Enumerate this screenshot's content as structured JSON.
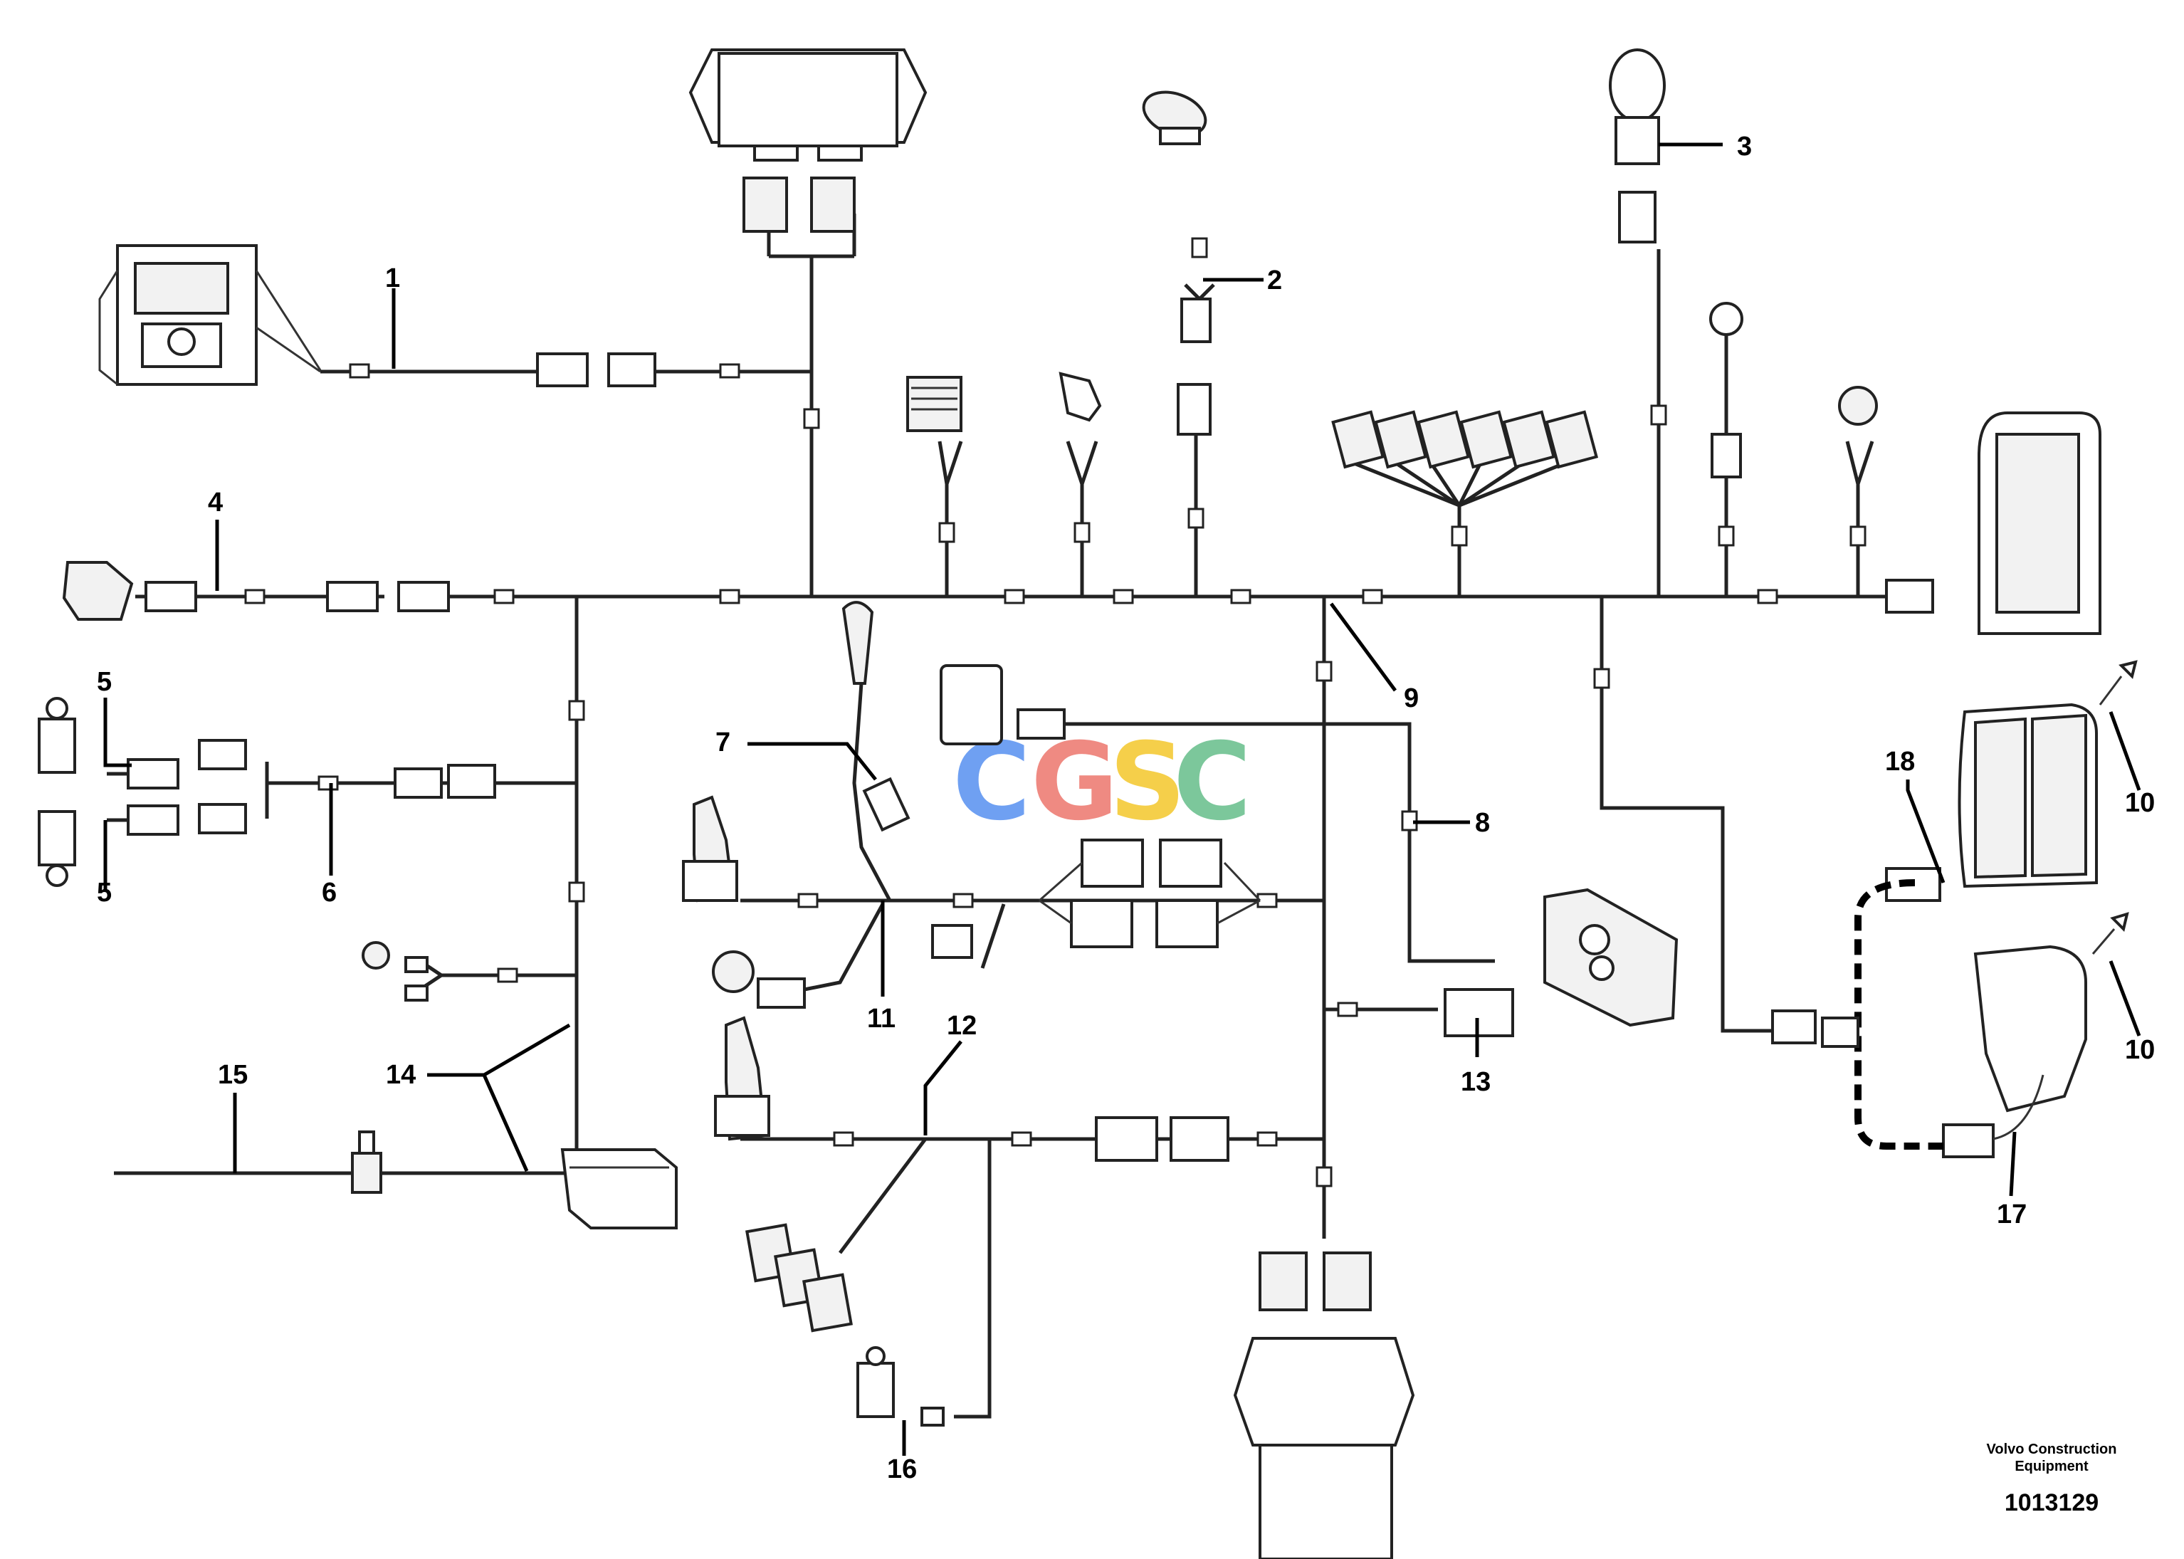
{
  "watermark": {
    "letters": [
      "C",
      "G",
      "S",
      "C"
    ],
    "colors": [
      "#6fa0f2",
      "#ef8a82",
      "#f5cf4a",
      "#7cc79b"
    ]
  },
  "callouts": [
    "1",
    "2",
    "3",
    "4",
    "5",
    "5",
    "6",
    "7",
    "8",
    "9",
    "10",
    "10",
    "11",
    "12",
    "13",
    "14",
    "15",
    "16",
    "17",
    "18"
  ],
  "footer": {
    "publisher_line1": "Volvo Construction",
    "publisher_line2": "Equipment",
    "figure_number": "1013129"
  },
  "icons": [
    "engine-icon",
    "control-unit-icon",
    "sensor-icon",
    "work-lamp-icon",
    "light-bulb-icon",
    "relay-icon",
    "rocker-switch-icon",
    "horn-icon",
    "display-monitor-icon",
    "limit-switch-icon",
    "joystick-icon",
    "gear-lever-icon",
    "keypad-icon",
    "battery-icon",
    "main-switch-icon",
    "ecu-icon",
    "cab-icon",
    "canopy-icon",
    "antenna-icon"
  ]
}
